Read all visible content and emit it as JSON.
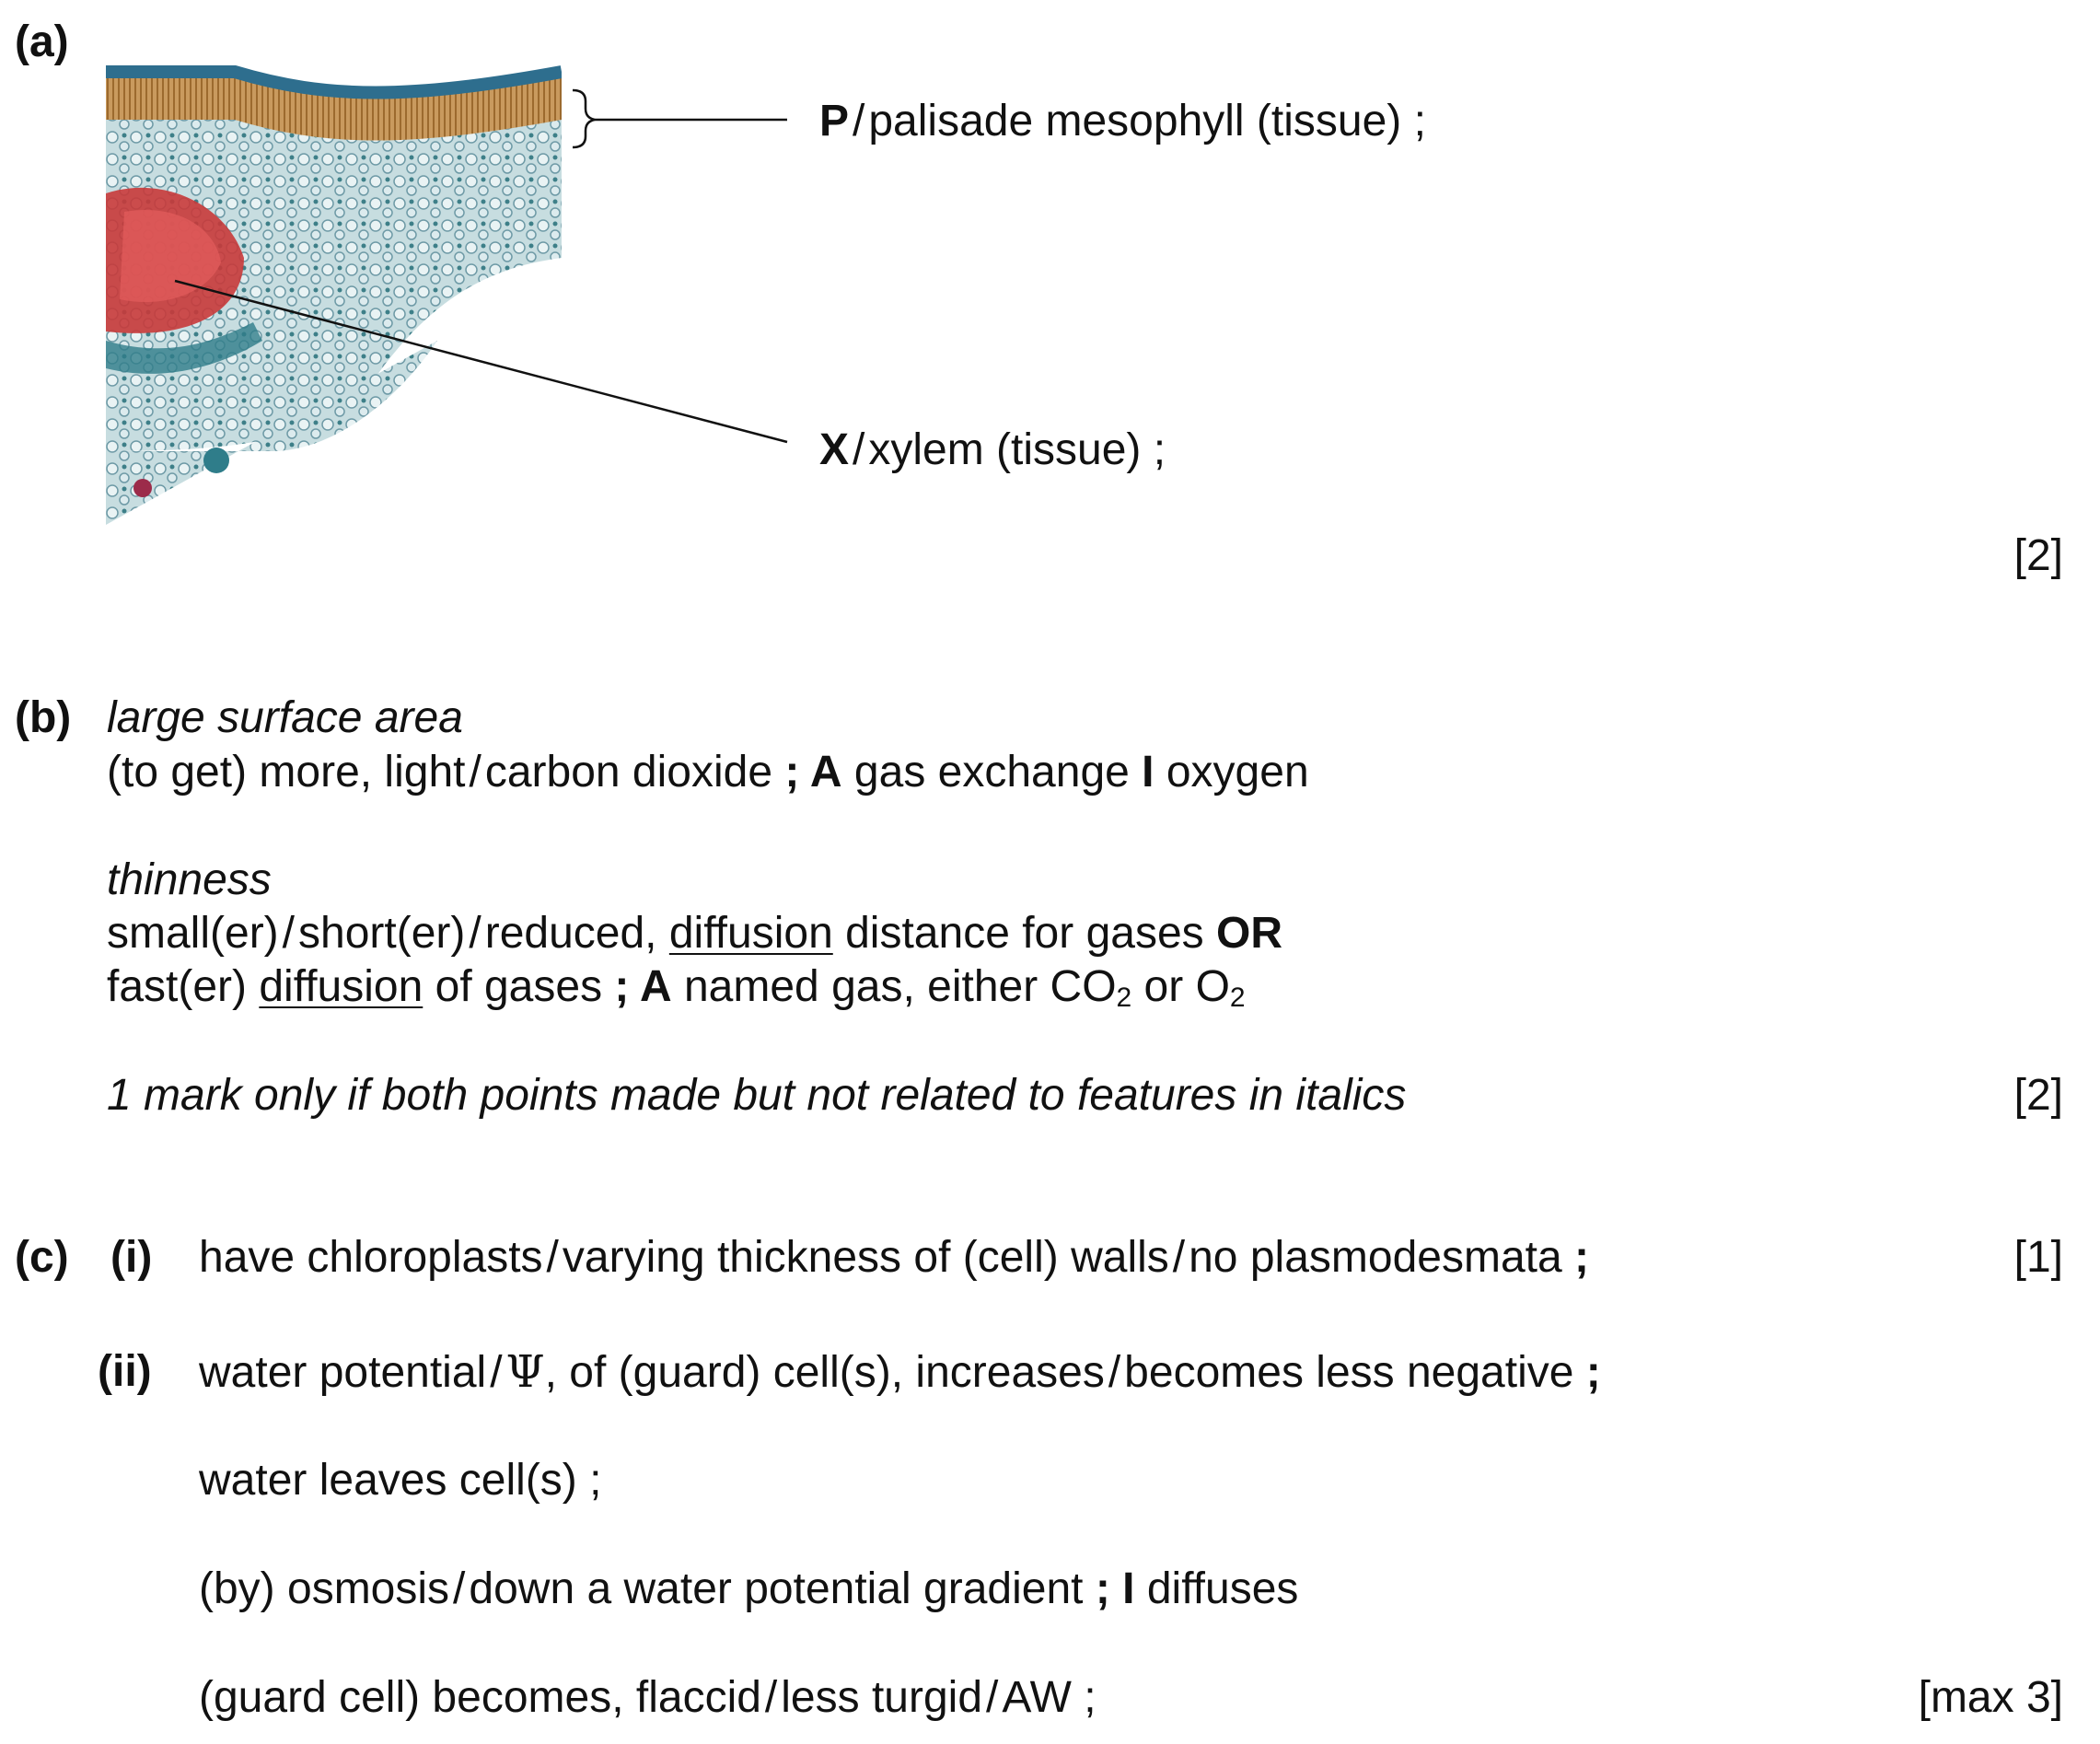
{
  "part_a": {
    "label": "(a)",
    "p_letter": "P",
    "p_text": "palisade mesophyll (tissue)  ;",
    "x_letter": "X",
    "x_text": "xylem (tissue) ;",
    "mark": "[2]"
  },
  "part_b": {
    "label": "(b)",
    "h1": "large surface area",
    "l1_pre": "(to get) more, light",
    "l1_mid": "carbon dioxide",
    "l1_semi": " ; ",
    "l1_a": "A",
    "l1_gas": " gas exchange ",
    "l1_i": "I",
    "l1_end": " oxygen",
    "h2": "thinness",
    "l2_a": "small(er)",
    "l2_b": "short(er)",
    "l2_c": "reduced, ",
    "l2_u": "diffusion",
    "l2_d": " distance for gases ",
    "l2_or": "OR",
    "l3_a": "fast(er) ",
    "l3_u": "diffusion",
    "l3_b": " of gases ",
    "l3_semi": "; ",
    "l3_A": "A",
    "l3_c": " named gas, either CO",
    "l3_sub1": "2",
    "l3_d": " or O",
    "l3_sub2": "2",
    "note": "1 mark only if both points made but not related to features in italics",
    "mark": "[2]"
  },
  "part_c": {
    "label": "(c)",
    "i_label": "(i)",
    "i_a": "have chloroplasts",
    "i_b": "varying thickness of (cell) walls",
    "i_c": "no plasmodesmata",
    "i_semi": " ;",
    "i_mark": "[1]",
    "ii_label": "(ii)",
    "ii_l1_a": "water potential",
    "ii_l1_psi": "Ψ",
    "ii_l1_b": ", of (guard) cell(s), increases",
    "ii_l1_c": "becomes less negative",
    "ii_l1_semi": " ;",
    "ii_l2": "water leaves cell(s) ;",
    "ii_l3_a": "(by) osmosis",
    "ii_l3_b": "down a water potential gradient ",
    "ii_l3_semi": "; ",
    "ii_l3_i": "I",
    "ii_l3_c": " diffuses",
    "ii_l4_a": "(guard cell) becomes, flaccid",
    "ii_l4_b": "less turgid",
    "ii_l4_c": "AW ;",
    "ii_mark": "[max 3]"
  },
  "separator": "/",
  "colors": {
    "text": "#111111",
    "cuticle": "#2e6e8e",
    "palisade": "#b07a3a",
    "xylem": "#c83a3a",
    "tissue_bg": "#bcd6dc"
  }
}
